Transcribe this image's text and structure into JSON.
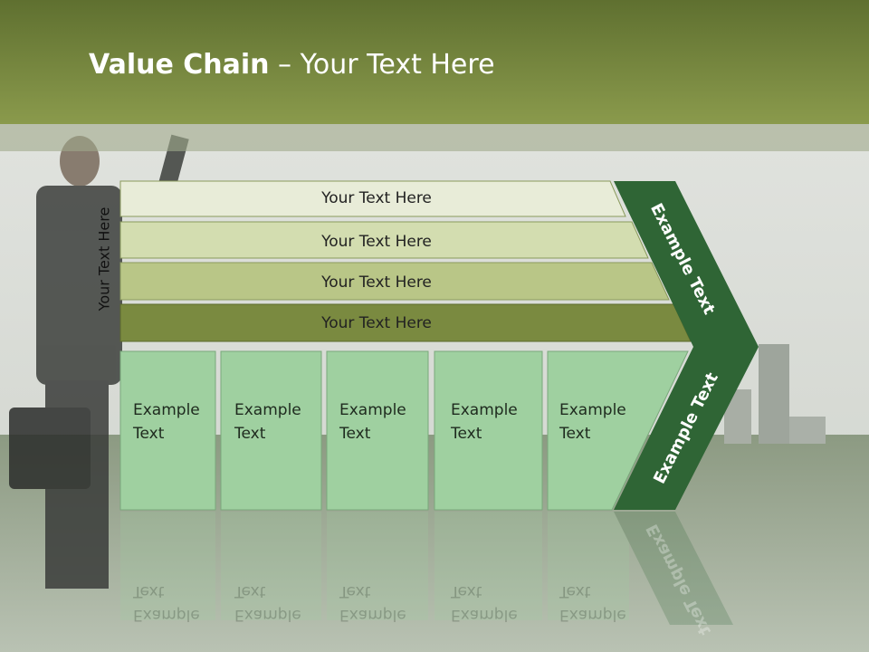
{
  "slide": {
    "title_bold": "Value Chain",
    "title_rest": " – Your Text Here",
    "side_label": "Your Text Here"
  },
  "rows": [
    {
      "label": "Your Text Here",
      "color": "#e8ecd8"
    },
    {
      "label": "Your Text Here",
      "color": "#d3ddb0"
    },
    {
      "label": "Your Text Here",
      "color": "#b9c687"
    },
    {
      "label": "Your Text Here",
      "color": "#7a8a40"
    }
  ],
  "cells": [
    {
      "line1": "Example",
      "line2": "Text"
    },
    {
      "line1": "Example",
      "line2": "Text"
    },
    {
      "line1": "Example",
      "line2": "Text"
    },
    {
      "line1": "Example",
      "line2": "Text"
    },
    {
      "line1": "Example",
      "line2": "Text"
    }
  ],
  "chevron": {
    "top_label": "Example Text",
    "bottom_label": "Example Text",
    "color": "#2f6535"
  },
  "colors": {
    "cell_fill": "#9fd0a0",
    "header_top": "#5f7030",
    "header_bottom": "#8a9a4c"
  }
}
